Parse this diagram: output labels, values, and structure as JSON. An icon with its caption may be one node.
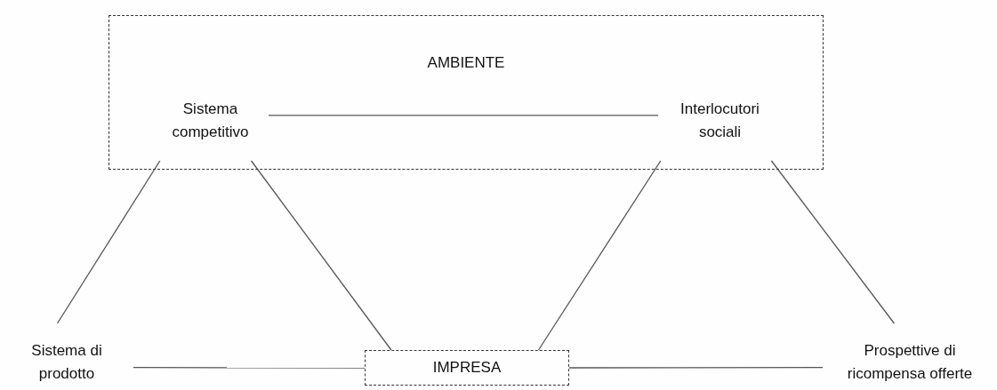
{
  "diagram": {
    "nodes": [
      {
        "text": [
          "AMBIENTE"
        ]
      },
      {
        "text": [
          "Sistema competitivo"
        ],
        "in": 0
      },
      {
        "text": [
          "Interlocutori sociali"
        ],
        "in": 0
      },
      {
        "text": [
          "Sistema di prodotto"
        ]
      },
      {
        "text": [
          "IMPRESA"
        ]
      },
      {
        "text": [
          "Prospettive di ricompensa offerte"
        ]
      }
    ],
    "edges": [
      {
        "from": 1,
        "to": 2,
        "arrow": "none"
      },
      {
        "from": 1,
        "to": 3,
        "arrow": "none"
      },
      {
        "from": 1,
        "to": 4,
        "arrow": "none"
      },
      {
        "from": 2,
        "to": 4,
        "arrow": "none"
      },
      {
        "from": 2,
        "to": 5,
        "arrow": "none"
      },
      {
        "from": 3,
        "to": 4,
        "arrow": "none"
      },
      {
        "from": 4,
        "to": 5,
        "arrow": "none"
      }
    ]
  }
}
